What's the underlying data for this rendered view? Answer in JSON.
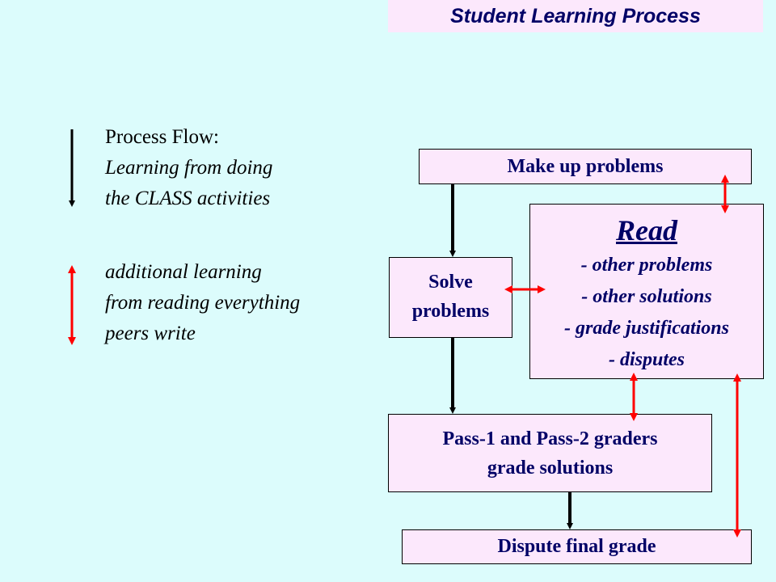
{
  "title": "Student Learning Process",
  "legend": {
    "process_flow": {
      "line1": "Process Flow:",
      "line2": "Learning from doing",
      "line3": "the CLASS activities"
    },
    "additional": {
      "line1": "additional learning",
      "line2": "from reading everything",
      "line3": "peers write"
    }
  },
  "boxes": {
    "make_up": "Make up problems",
    "solve": {
      "line1": "Solve",
      "line2": "problems"
    },
    "read": {
      "title": "Read",
      "items": [
        "- other problems",
        "- other solutions",
        "- grade justifications",
        "- disputes"
      ]
    },
    "graders": {
      "line1": "Pass-1 and Pass-2 graders",
      "line2": "grade solutions"
    },
    "dispute": "Dispute final grade"
  },
  "colors": {
    "background": "#dcfcfc",
    "box_fill": "#fce8fc",
    "text": "#000066",
    "process_arrow": "#000000",
    "reading_arrow": "#ff0000"
  }
}
